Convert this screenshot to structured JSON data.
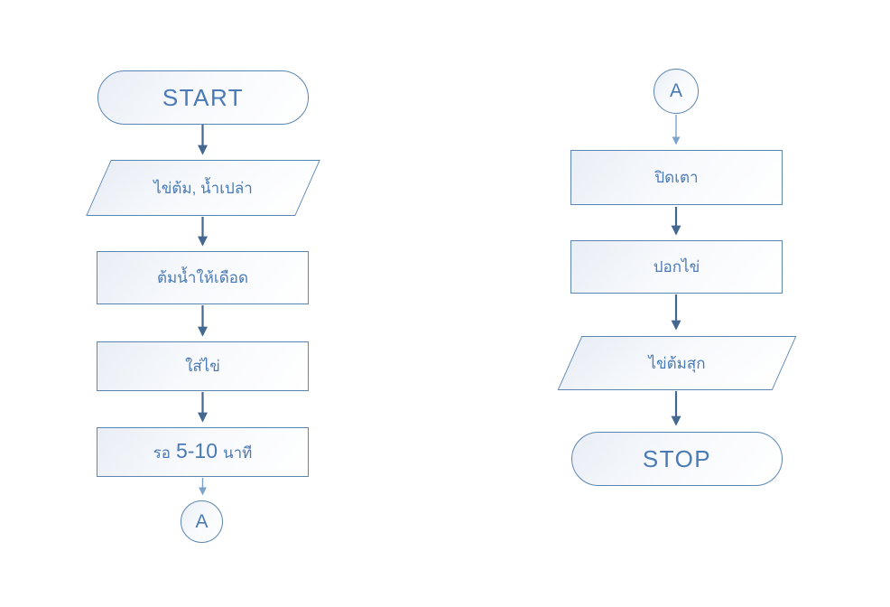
{
  "colors": {
    "shape_border": "#5b86b2",
    "label_text": "#4a7ab5",
    "arrow_dark": "#44688f",
    "arrow_light": "#7ba3cb",
    "fill_tint": "#e9eef5"
  },
  "flow": {
    "left": {
      "start": "START",
      "io": "ไข่ต้ม, น้ำเปล่า",
      "p1": "ต้มน้ำให้เดือด",
      "p2": "ใส่ไข่",
      "p3_pre": "รอ",
      "p3_num": "5-10",
      "p3_post": "นาที",
      "conn": "A"
    },
    "right": {
      "conn": "A",
      "p1": "ปิดเตา",
      "p2": "ปอกไข่",
      "io": "ไข่ต้มสุก",
      "stop": "STOP"
    }
  }
}
